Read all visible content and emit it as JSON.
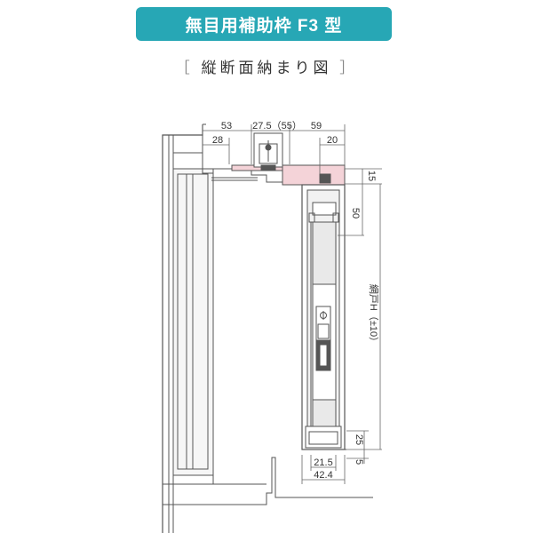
{
  "title": "無目用補助枠 F3 型",
  "subtitle": "縦断面納まり図",
  "colors": {
    "title_bg": "#27a7b5",
    "pink": "#f4d3d8",
    "line": "#555555",
    "light_fill": "#f2f2f2"
  },
  "dimensions": {
    "d53": "53",
    "d27_5": "27.5（55）",
    "d59": "59",
    "d28": "28",
    "d20": "20",
    "d15": "15",
    "d50": "50",
    "height": "網戸H（±10）",
    "d25": "25",
    "d5": "5",
    "d21_5": "21.5",
    "d42_4": "42.4"
  }
}
